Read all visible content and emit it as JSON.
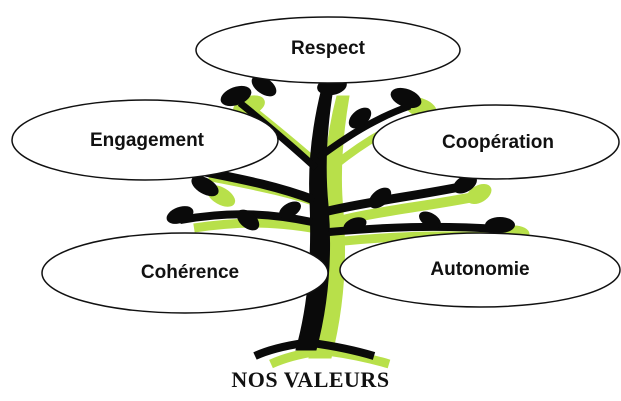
{
  "colors": {
    "trunk": "#0a0a0a",
    "shadow": "#b8e04a",
    "ellipse_fill": "#ffffff",
    "ellipse_stroke": "#111111"
  },
  "values": {
    "respect": "Respect",
    "engagement": "Engagement",
    "cooperation": "Coopération",
    "coherence": "Cohérence",
    "autonomie": "Autonomie"
  },
  "footer": {
    "title": "NOS VALEURS"
  }
}
